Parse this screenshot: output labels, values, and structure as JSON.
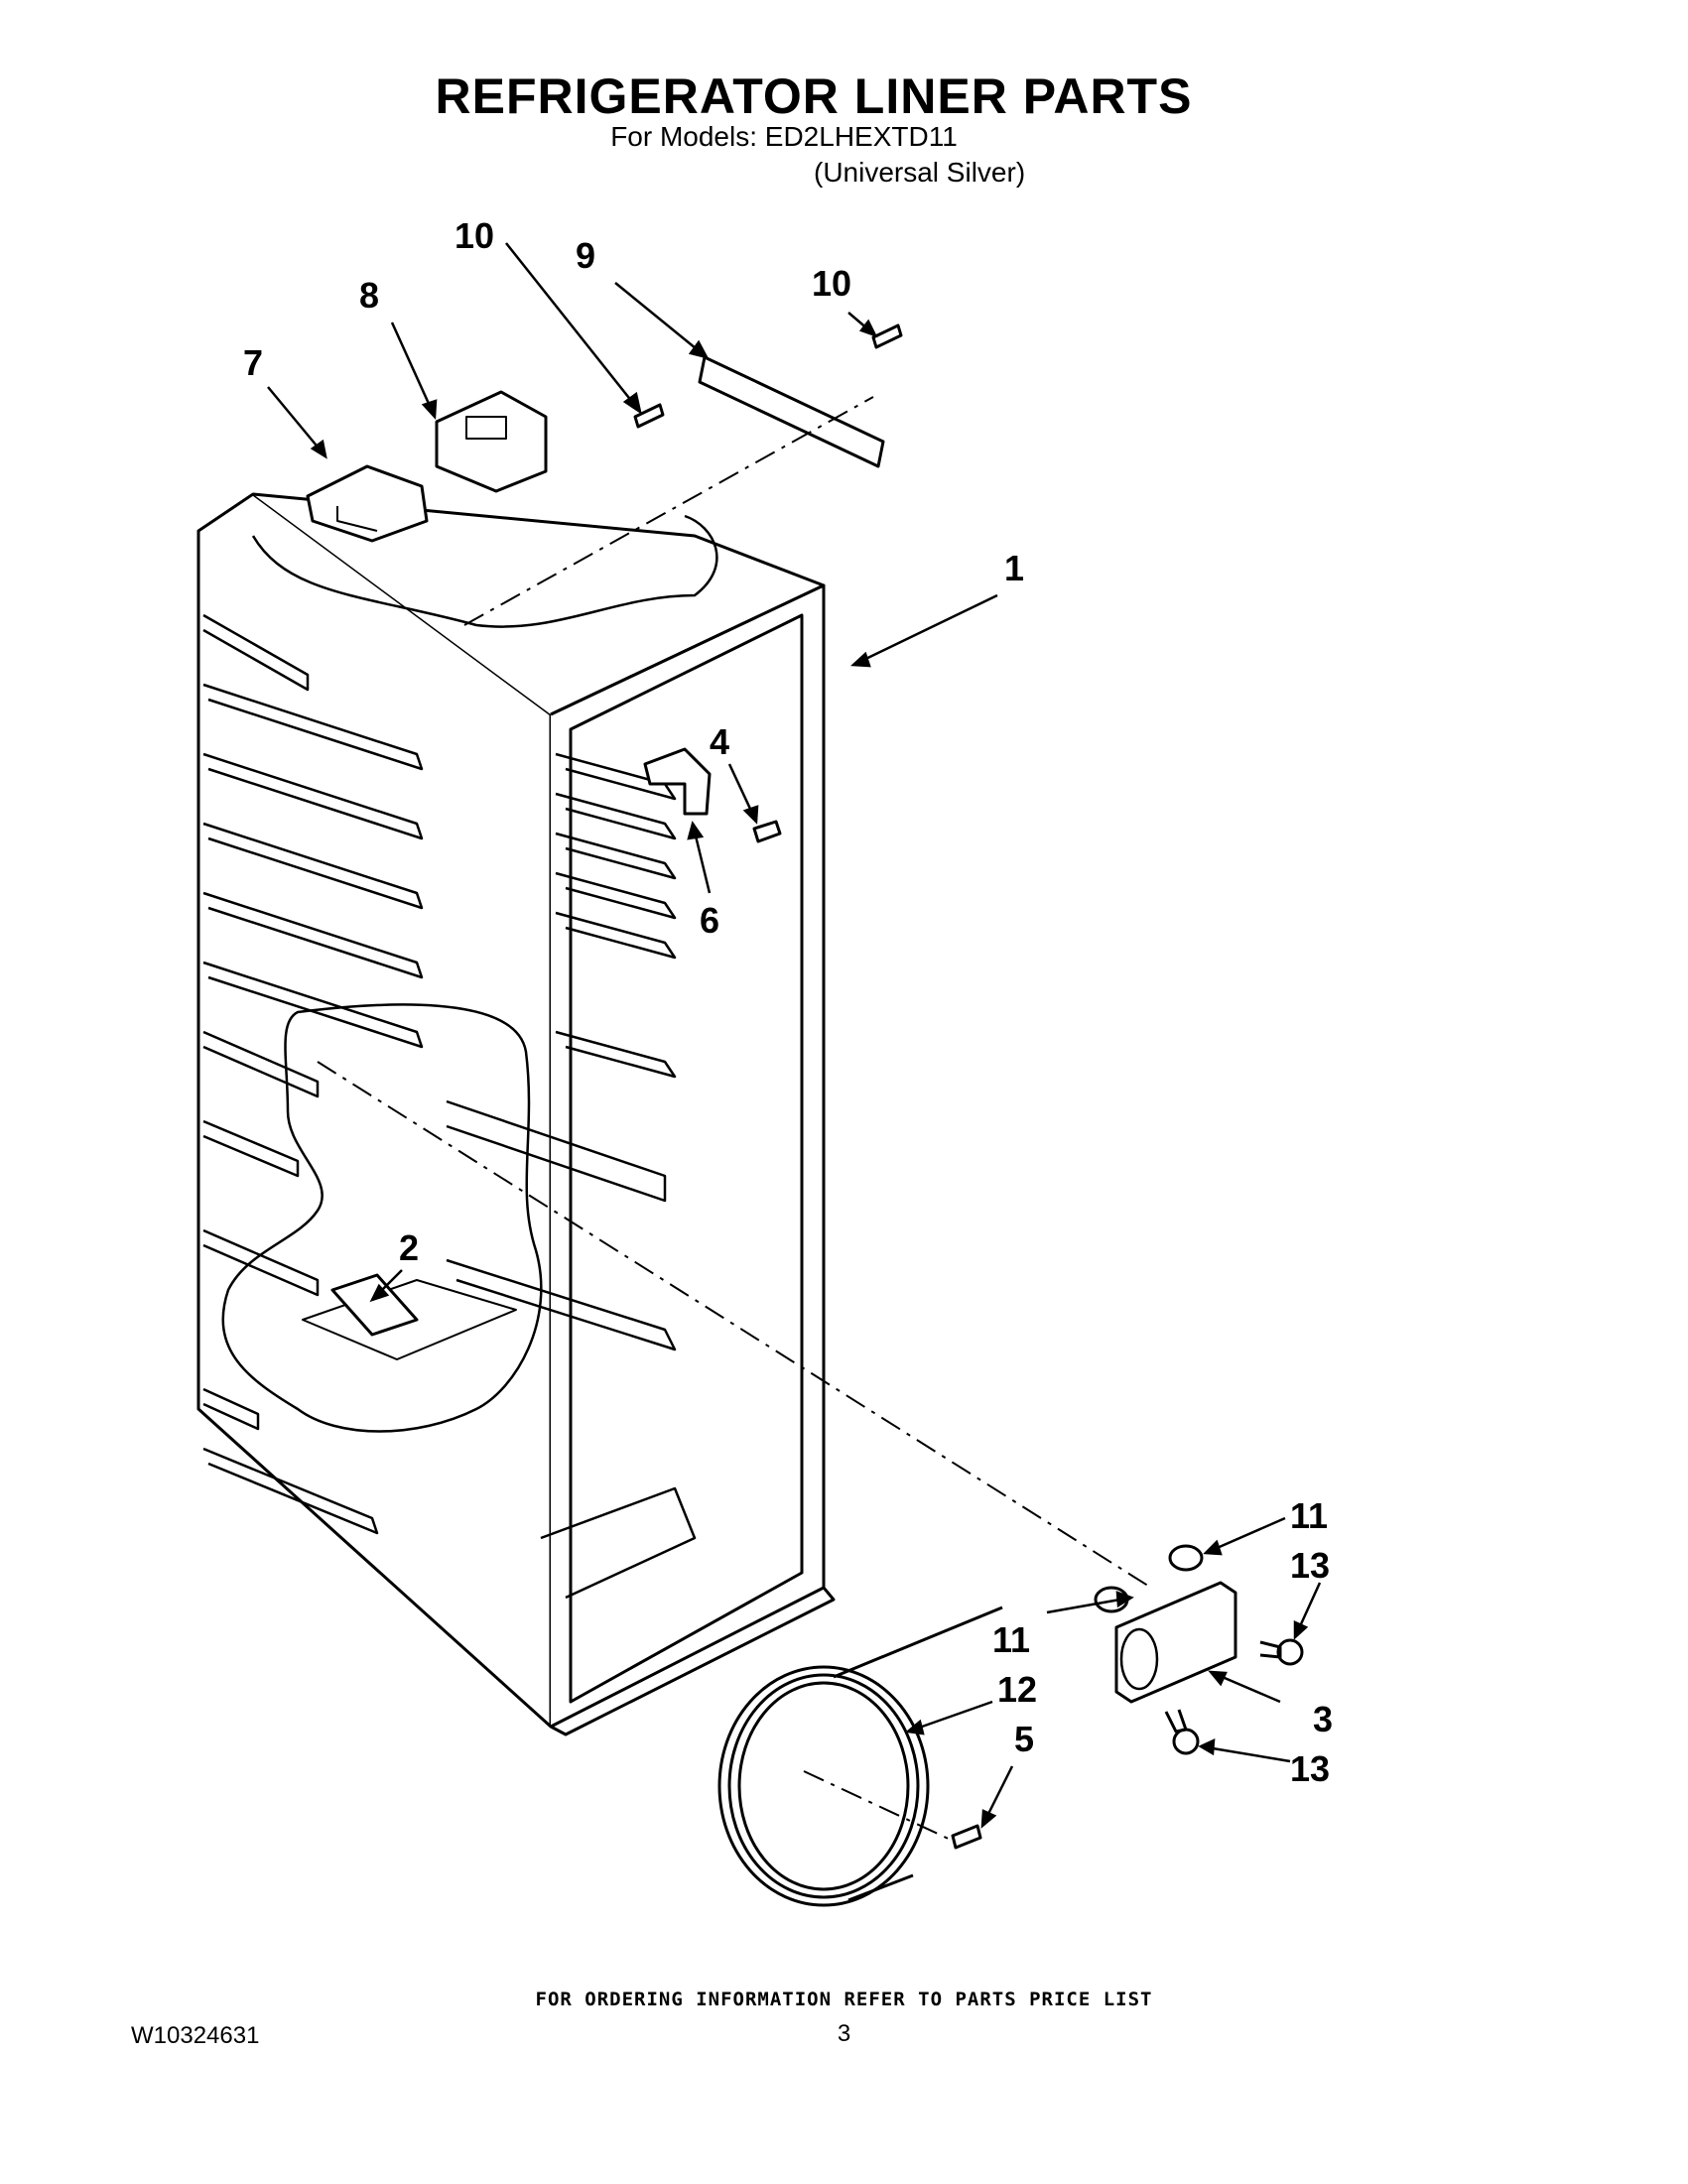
{
  "header": {
    "title": "REFRIGERATOR LINER PARTS",
    "models_line": "For Models: ED2LHEXTD11",
    "color_line": "(Universal Silver)"
  },
  "callouts": [
    "10",
    "9",
    "10",
    "8",
    "7",
    "1",
    "4",
    "6",
    "2",
    "11",
    "13",
    "11",
    "12",
    "3",
    "5",
    "13"
  ],
  "footer": {
    "ordering_note": "FOR ORDERING INFORMATION REFER TO PARTS PRICE LIST",
    "doc_number": "W10324631",
    "page_number": "3"
  }
}
